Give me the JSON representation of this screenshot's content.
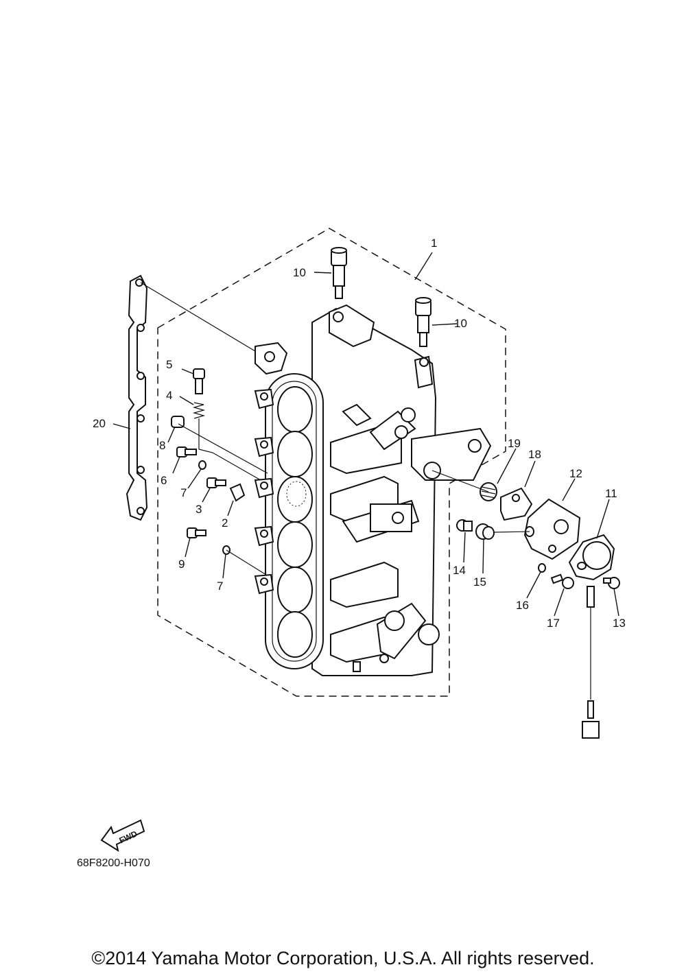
{
  "diagram": {
    "labels": [
      {
        "id": "1",
        "text": "1"
      },
      {
        "id": "2",
        "text": "2"
      },
      {
        "id": "3",
        "text": "3"
      },
      {
        "id": "4",
        "text": "4"
      },
      {
        "id": "5",
        "text": "5"
      },
      {
        "id": "6",
        "text": "6"
      },
      {
        "id": "7a",
        "text": "7"
      },
      {
        "id": "7b",
        "text": "7"
      },
      {
        "id": "8",
        "text": "8"
      },
      {
        "id": "9",
        "text": "9"
      },
      {
        "id": "10a",
        "text": "10"
      },
      {
        "id": "10b",
        "text": "10"
      },
      {
        "id": "11",
        "text": "11"
      },
      {
        "id": "12",
        "text": "12"
      },
      {
        "id": "13",
        "text": "13"
      },
      {
        "id": "14",
        "text": "14"
      },
      {
        "id": "15",
        "text": "15"
      },
      {
        "id": "16",
        "text": "16"
      },
      {
        "id": "17",
        "text": "17"
      },
      {
        "id": "18",
        "text": "18"
      },
      {
        "id": "19",
        "text": "19"
      },
      {
        "id": "20",
        "text": "20"
      }
    ],
    "fwd_text": "FWD",
    "drawing_code": "68F8200-H070",
    "copyright": "©2014 Yamaha Motor Corporation, U.S.A. All rights reserved."
  }
}
